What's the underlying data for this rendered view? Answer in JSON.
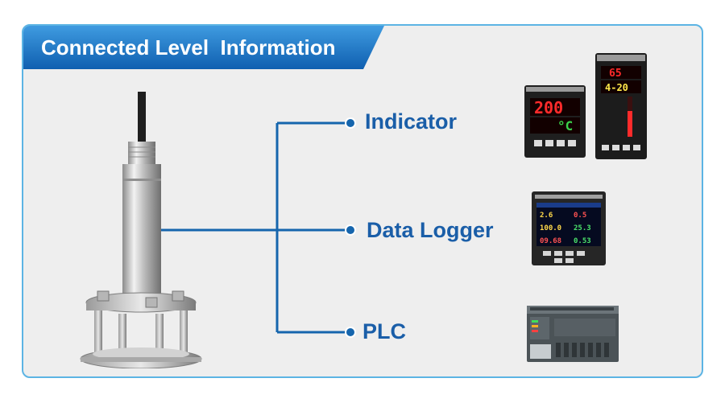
{
  "banner": {
    "title": "Connected Level  Information"
  },
  "outputs": [
    {
      "label": "Indicator"
    },
    {
      "label": "Data Logger"
    },
    {
      "label": "PLC"
    }
  ],
  "displays": {
    "indicator_small": "200",
    "indicator_unit": "°C",
    "indicator_tall_top": "65",
    "indicator_tall_bottom": "4-20",
    "logger_values": [
      "2.6",
      "0.5",
      "100.0",
      "25.3",
      "09.68",
      "0.53"
    ]
  },
  "colors": {
    "accent": "#1a5ea8",
    "border": "#5cb4e4",
    "line": "#1565ad",
    "panel": "#eeeeee"
  }
}
